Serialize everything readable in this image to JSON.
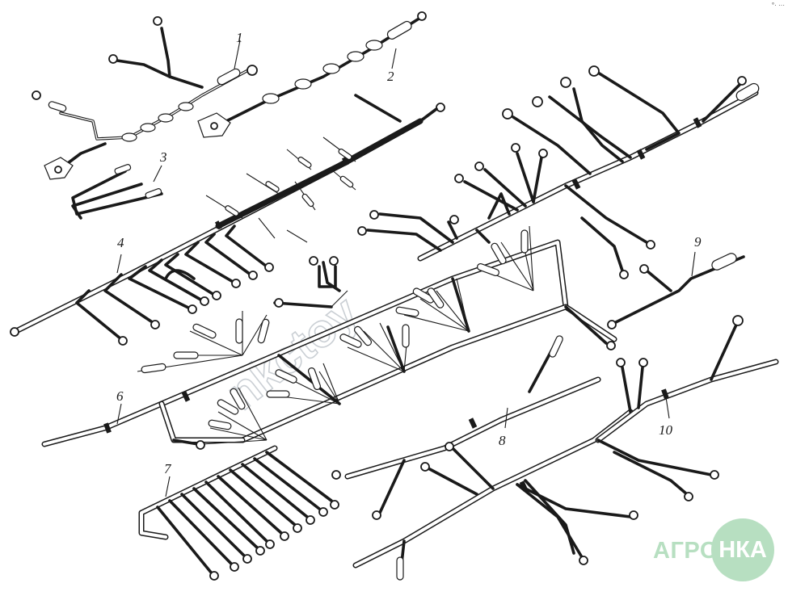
{
  "callouts": [
    "1",
    "2",
    "3",
    "4",
    "6",
    "7",
    "8",
    "9",
    "10"
  ],
  "watermark": "nkctoy",
  "logo": {
    "left": "АГРО",
    "right": "НКА",
    "color": "#b7dfc1"
  },
  "corner_mark": "°· ···",
  "colors": {
    "line": "#1a1a1a",
    "paper": "#ffffff",
    "watermark": "#b9bfc6"
  }
}
